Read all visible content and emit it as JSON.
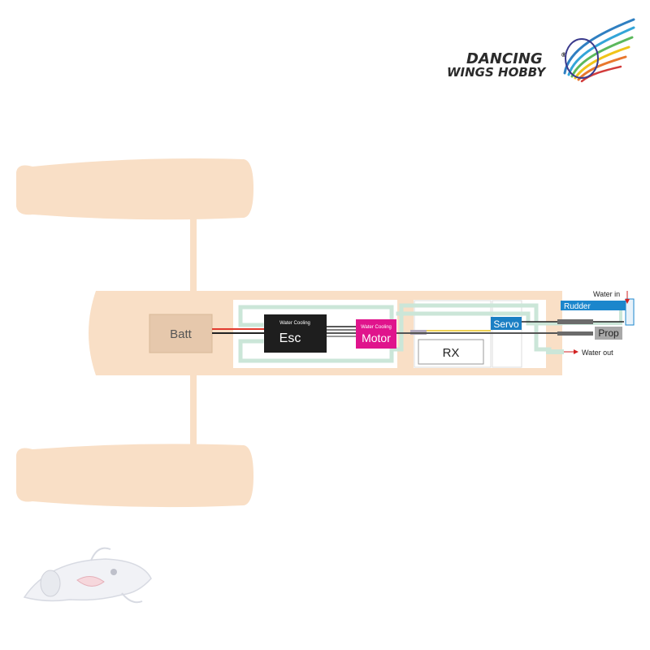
{
  "brand": {
    "line1": "DANCING",
    "line2": "WINGS HOBBY",
    "registered": "®"
  },
  "components": {
    "battery": "Batt",
    "esc": "Esc",
    "esc_note": "Water Cooling",
    "motor": "Motor",
    "motor_note": "Water Cooling",
    "receiver": "RX",
    "servo": "Servo",
    "rudder": "Rudder",
    "prop": "Prop"
  },
  "water": {
    "inlet": "Water in",
    "outlet": "Water out"
  },
  "colors": {
    "hull": "#f9dfc6",
    "battery": "#e6c8ac",
    "esc": "#1e1e1e",
    "motor": "#e0148c",
    "servo": "#1b7fc4",
    "rudder": "#1b86cc",
    "prop": "#a8a8a8",
    "cooling_tube": "#cbe6d8",
    "wire_positive": "#e23b2e",
    "wire_negative": "#222222",
    "wire_signal": "#e8c21a",
    "arrow": "#d22222"
  },
  "icons": {
    "brand_wing": "wing-swoosh-logo",
    "mascot": "shark-mascot-watermark"
  }
}
